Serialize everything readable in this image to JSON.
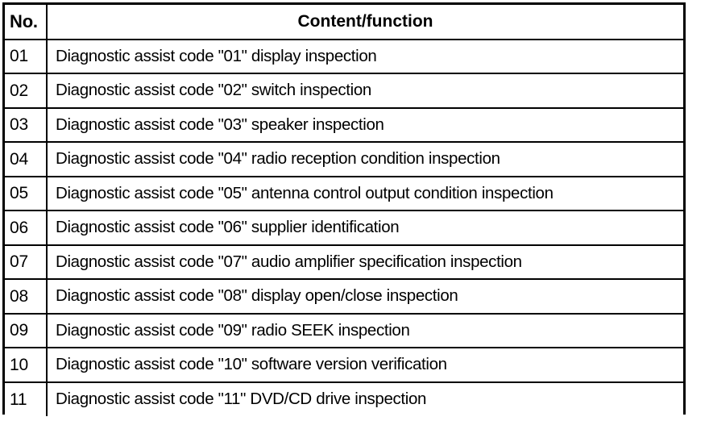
{
  "table": {
    "columns": [
      {
        "key": "no",
        "header": "No."
      },
      {
        "key": "content",
        "header": "Content/function"
      }
    ],
    "rows": [
      {
        "no": "01",
        "content": "Diagnostic assist code \"01\" display inspection"
      },
      {
        "no": "02",
        "content": "Diagnostic assist code \"02\" switch inspection"
      },
      {
        "no": "03",
        "content": "Diagnostic assist code \"03\" speaker inspection"
      },
      {
        "no": "04",
        "content": "Diagnostic assist code \"04\" radio reception condition inspection"
      },
      {
        "no": "05",
        "content": "Diagnostic assist code \"05\" antenna control output condition inspection"
      },
      {
        "no": "06",
        "content": "Diagnostic assist code \"06\" supplier identification"
      },
      {
        "no": "07",
        "content": "Diagnostic assist code \"07\" audio amplifier specification inspection"
      },
      {
        "no": "08",
        "content": "Diagnostic assist code \"08\" display open/close inspection"
      },
      {
        "no": "09",
        "content": "Diagnostic assist code \"09\" radio SEEK inspection"
      },
      {
        "no": "10",
        "content": "Diagnostic assist code \"10\" software version verification"
      },
      {
        "no": "11",
        "content": "Diagnostic assist code \"11\" DVD/CD drive inspection"
      }
    ]
  },
  "colors": {
    "border": "#000000",
    "text": "#000000",
    "background": "#ffffff"
  }
}
